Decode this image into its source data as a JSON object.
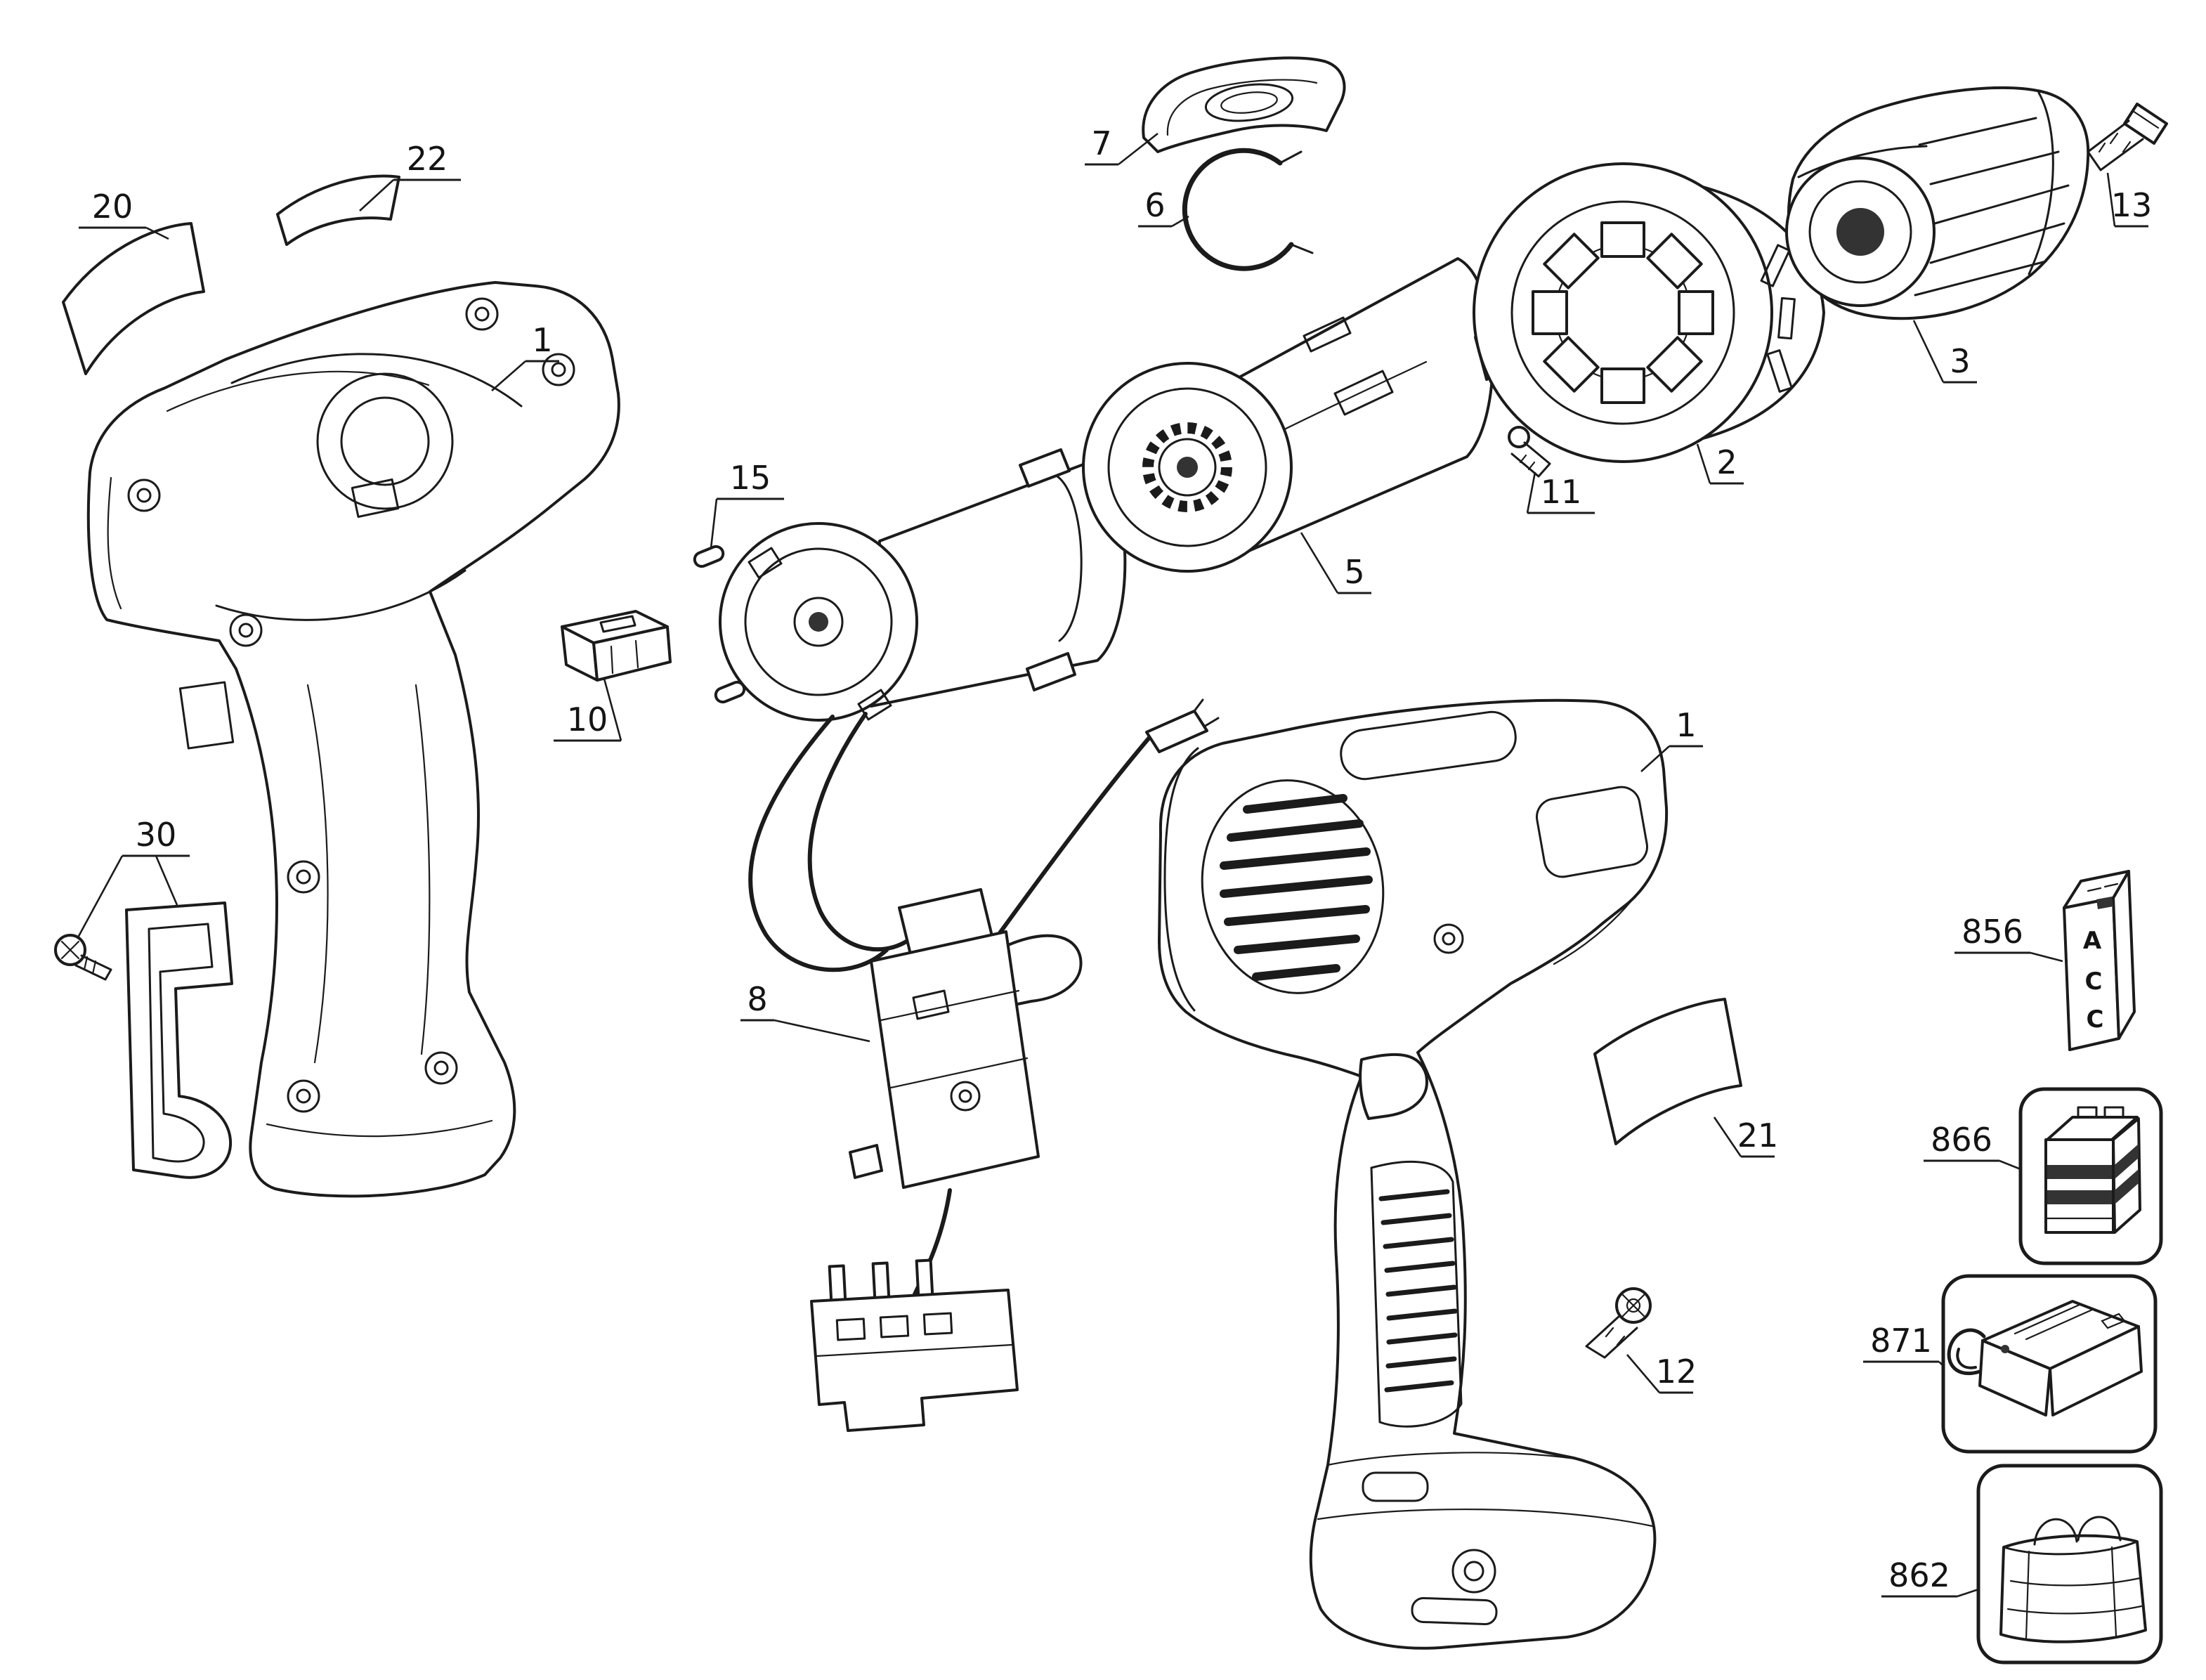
{
  "colors": {
    "line": "#1b1b1b",
    "background": "#ffffff",
    "dark_fill": "#333333"
  },
  "callouts": {
    "label_22": "22",
    "label_20": "20",
    "housing_left": "1",
    "pin_15": "15",
    "connector_10": "10",
    "clip_30": "30",
    "switch_8": "8",
    "cap_7": "7",
    "ring_clip_6": "6",
    "gearbox_5": "5",
    "set_screw_11": "11",
    "clutch_collar_2": "2",
    "chuck_3": "3",
    "chuck_screw_13": "13",
    "housing_right": "1",
    "label_21": "21",
    "screw_12": "12",
    "accessory_label_856": "856",
    "battery_866": "866",
    "charger_871": "871",
    "bag_862": "862"
  },
  "acc_box_letters": [
    "A",
    "C",
    "C"
  ]
}
